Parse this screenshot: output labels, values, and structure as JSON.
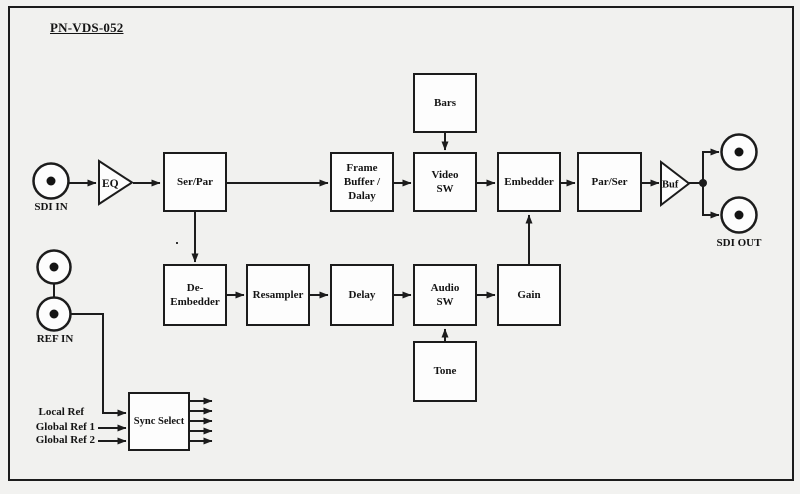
{
  "title": "PN-VDS-052",
  "diagram": {
    "boxes": {
      "serpar": {
        "label": "Ser/Par"
      },
      "frame_buffer": {
        "lines": [
          "Frame",
          "Buffer /",
          "Dalay"
        ]
      },
      "bars": {
        "label": "Bars"
      },
      "video_sw": {
        "lines": [
          "Video",
          "SW"
        ]
      },
      "embedder": {
        "label": "Embedder"
      },
      "par_ser": {
        "label": "Par/Ser"
      },
      "de_embedder": {
        "lines": [
          "De-",
          "Embedder"
        ]
      },
      "resampler": {
        "label": "Resampler"
      },
      "delay": {
        "label": "Delay"
      },
      "audio_sw": {
        "lines": [
          "Audio",
          "SW"
        ]
      },
      "gain": {
        "label": "Gain"
      },
      "tone": {
        "label": "Tone"
      },
      "sync_select": {
        "label": "Sync Select"
      }
    },
    "amplifiers": {
      "eq": "EQ",
      "buf": "Buf"
    },
    "ports": {
      "sdi_in": "SDI IN",
      "ref_in": "REF IN",
      "sdi_out": "SDI OUT"
    },
    "sync_inputs": [
      "Local Ref",
      "Global Ref 1",
      "Global Ref 2"
    ],
    "colors": {
      "background": "#f1f1ef",
      "box_fill": "#fdfdfd",
      "line": "#1c1c1c"
    }
  }
}
